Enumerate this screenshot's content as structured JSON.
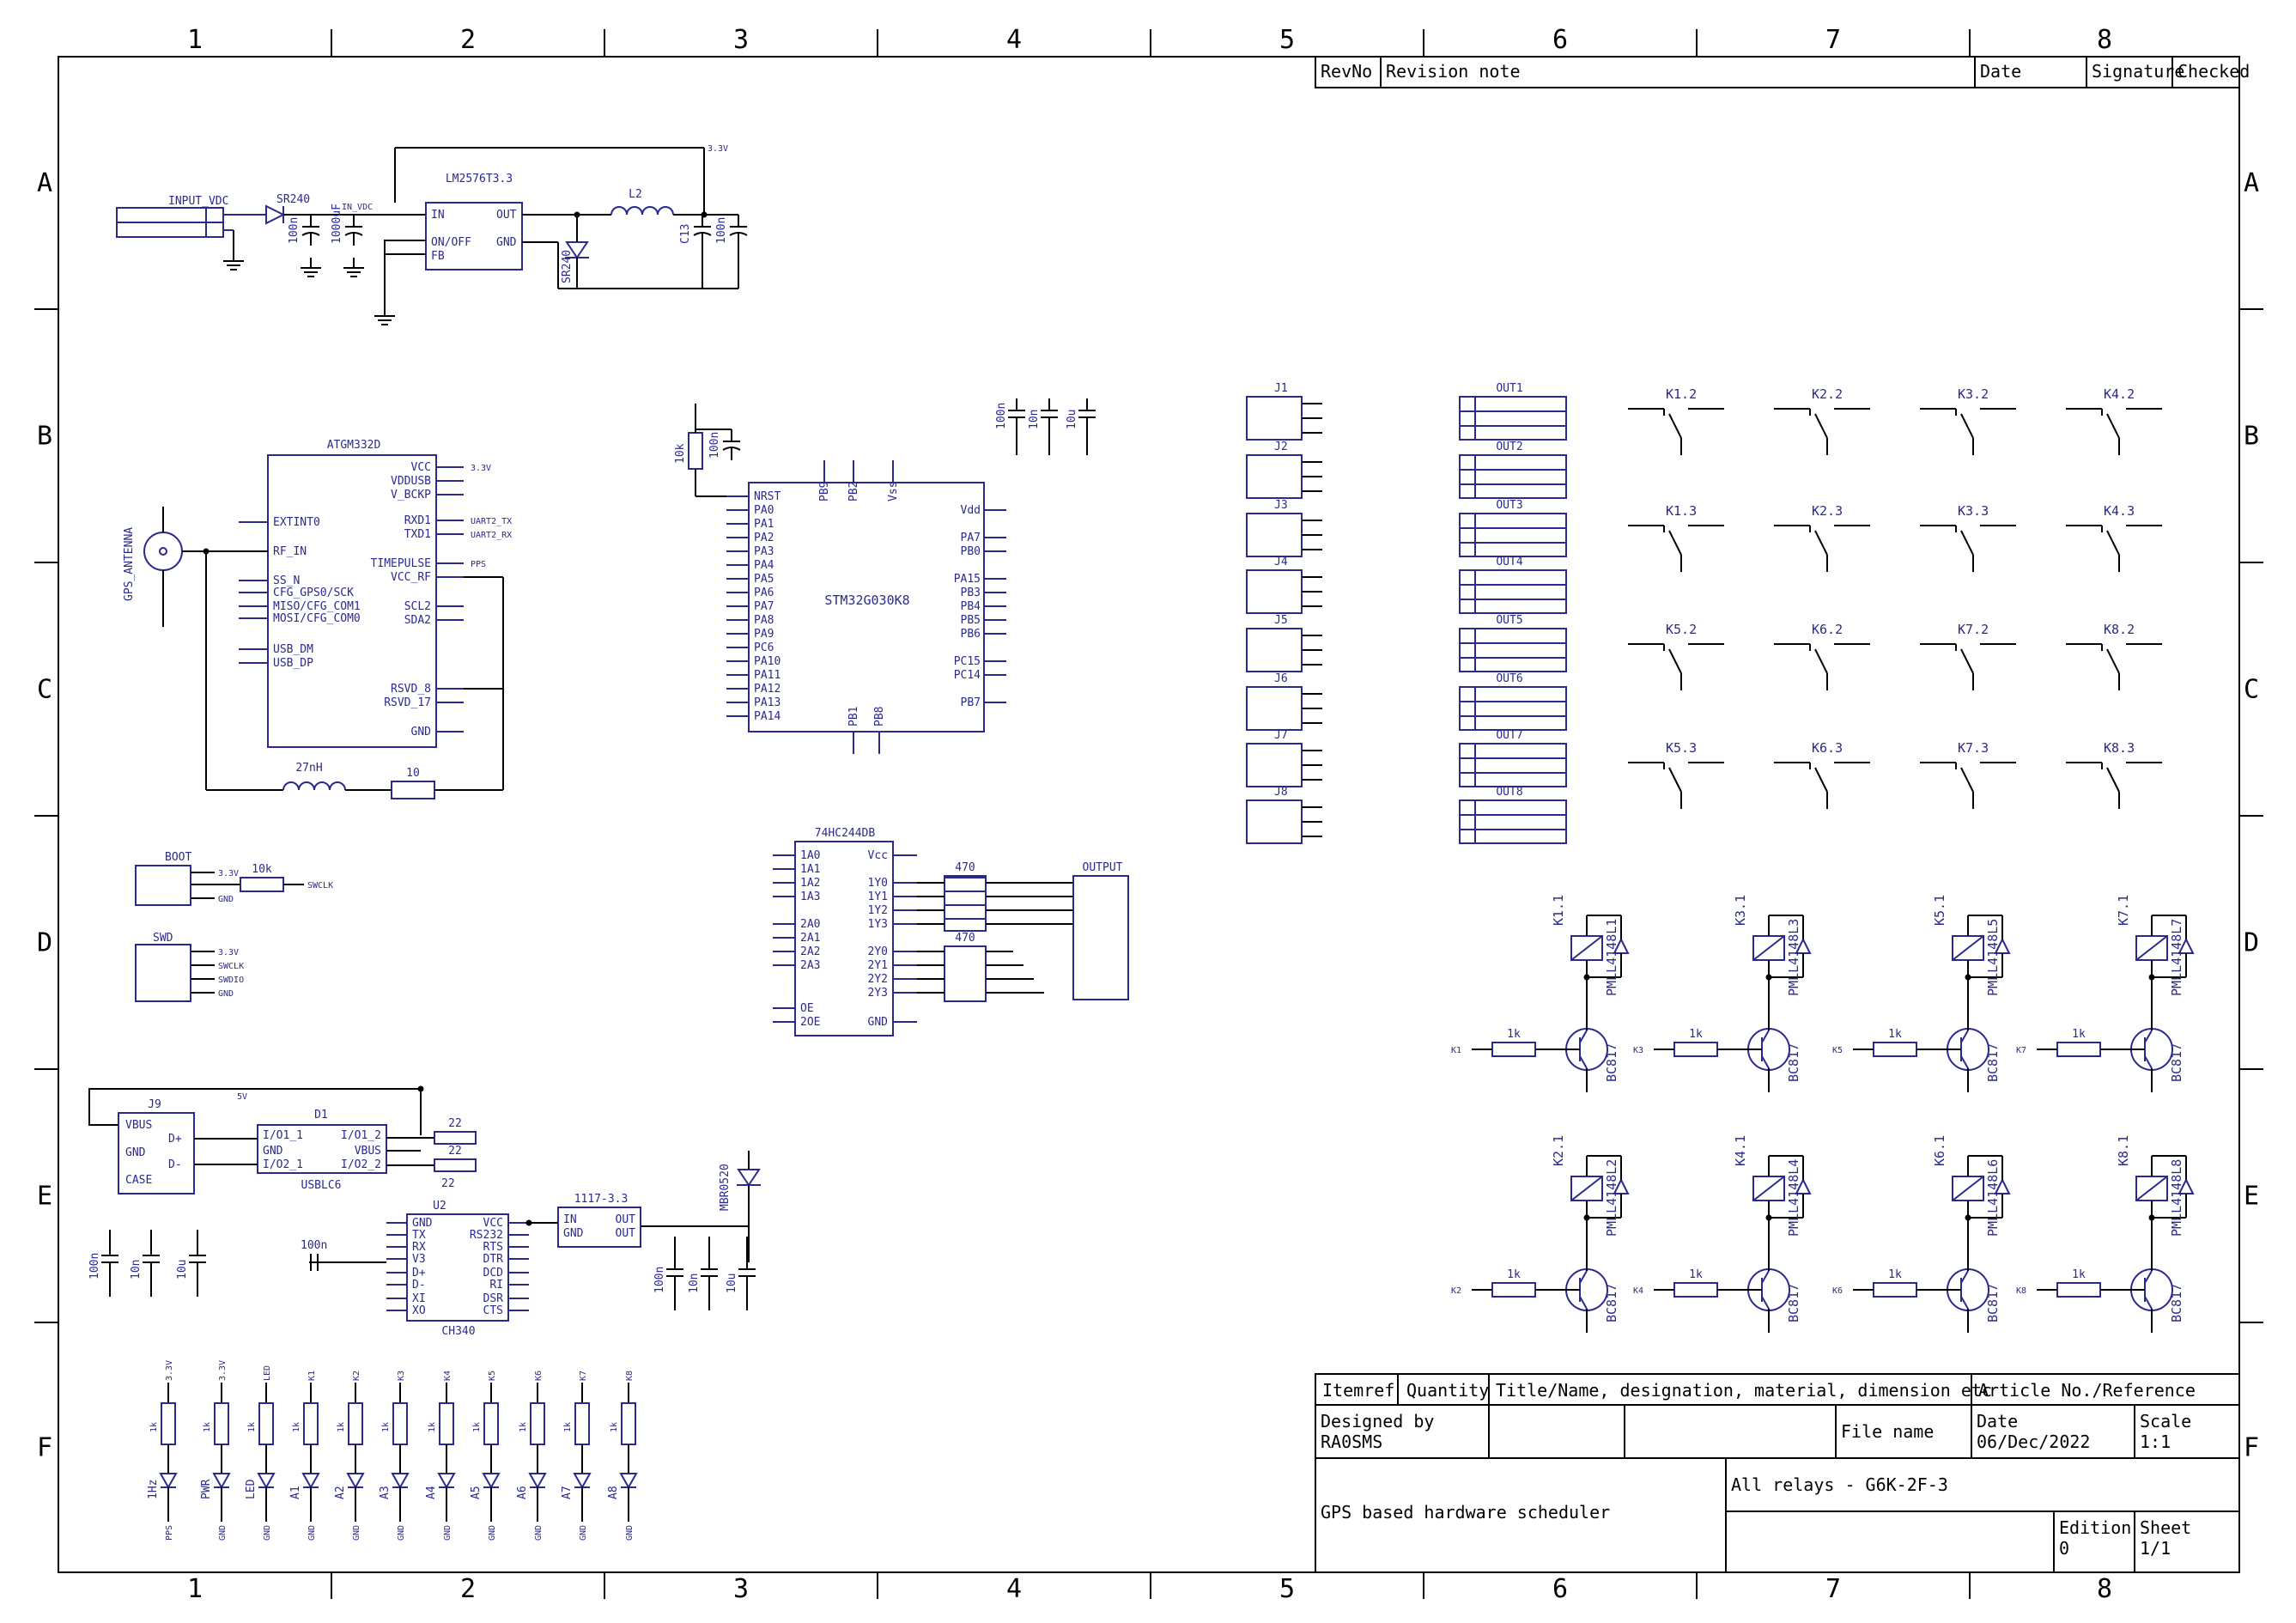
{
  "frame": {
    "columns": [
      "1",
      "2",
      "3",
      "4",
      "5",
      "6",
      "7",
      "8"
    ],
    "rows": [
      "A",
      "B",
      "C",
      "D",
      "E",
      "F"
    ]
  },
  "revision_table": {
    "headers": [
      "RevNo",
      "Revision note",
      "Date",
      "Signature",
      "Checked"
    ]
  },
  "title_block": {
    "headers": [
      "Itemref",
      "Quantity",
      "Title/Name, designation, material, dimension etc",
      "Article No./Reference"
    ],
    "designed_by_label": "Designed by",
    "designed_by": "RA0SMS",
    "file_name_label": "File name",
    "date_label": "Date",
    "date": "06/Dec/2022",
    "scale_label": "Scale",
    "scale": "1:1",
    "description": "All relays - G6K-2F-3",
    "title": "GPS based hardware scheduler",
    "edition_label": "Edition",
    "edition": "0",
    "sheet_label": "Sheet",
    "sheet": "1/1"
  },
  "power": {
    "connector": "INPUT_VDC",
    "diode": "SR240",
    "cap1": "100n",
    "cap2": "1000uF",
    "net_in": "IN_VDC",
    "regulator": "LM2576T3.3",
    "reg_pins": [
      "IN",
      "ON/OFF",
      "FB",
      "OUT",
      "GND"
    ],
    "inductor": "L2",
    "diode2": "SR240",
    "cap3": "C13",
    "cap4": "100n",
    "rail": "3.3V"
  },
  "gps": {
    "chip": "ATGM332D",
    "antenna": "GPS_ANTENNA",
    "left_pins": [
      "EXTINT0",
      "RF_IN",
      "SS_N",
      "CFG_GPS0/SCK",
      "MISO/CFG_COM1",
      "MOSI/CFG_COM0",
      "USB_DM",
      "USB_DP"
    ],
    "right_pins": [
      "VCC",
      "VDDUSB",
      "V_BCKP",
      "RXD1",
      "TXD1",
      "TIMEPULSE",
      "VCC_RF",
      "SCL2",
      "SDA2",
      "RSVD_8",
      "RSVD_17",
      "GND"
    ],
    "nets": [
      "3.3V",
      "UART2_TX",
      "UART2_RX",
      "PPS"
    ],
    "inductor": "27nH",
    "resistor": "10"
  },
  "mcu": {
    "chip": "STM32G030K8",
    "left_pins": [
      "NRST",
      "PA0",
      "PA1",
      "PA2",
      "PA3",
      "PA4",
      "PA5",
      "PA6",
      "PA7",
      "PA8",
      "PA9",
      "PC6",
      "PA10",
      "PA11",
      "PA12",
      "PA13",
      "PA14"
    ],
    "right_pins": [
      "Vdd",
      "PA7",
      "PB0",
      "PA15",
      "PB3",
      "PB4",
      "PB5",
      "PB6",
      "PC15",
      "PC14",
      "PB7"
    ],
    "top_pins": [
      "PB9",
      "PB2",
      "Vss"
    ],
    "bottom_pins": [
      "PB1",
      "PB8"
    ],
    "resistor": "10k",
    "cap": "100n",
    "caps": [
      "100n",
      "10n",
      "10u"
    ]
  },
  "buffer": {
    "chip": "74HC244DB",
    "pins": [
      "1A0",
      "1A1",
      "1A2",
      "1A3",
      "2A0",
      "2A1",
      "2A2",
      "2A3",
      "OE",
      "2OE",
      "Vcc",
      "1Y0",
      "1Y1",
      "1Y2",
      "1Y3",
      "2Y0",
      "2Y1",
      "2Y2",
      "2Y3",
      "GND"
    ],
    "res1": "470",
    "res2": "470",
    "connector": "OUTPUT"
  },
  "headers": {
    "boot": "BOOT",
    "swd": "SWD",
    "boot_res": "10k",
    "nets": [
      "3.3V",
      "SWCLK",
      "SWDIO",
      "GND"
    ]
  },
  "usb": {
    "connector": "J9",
    "protector": "D1",
    "protector_part": "USBLC6",
    "j9_pins": [
      "VBUS",
      "GND",
      "D+",
      "D-",
      "CASE"
    ],
    "d1_pins": [
      "I/O1_1",
      "GND",
      "I/O2_1",
      "I/O1_2",
      "VBUS",
      "I/O2_2"
    ],
    "net_5v": "5V",
    "res": [
      "22",
      "22"
    ],
    "bridge": "U2",
    "bridge_part": "CH340",
    "bridge_pins_left": [
      "GND",
      "TX",
      "RX",
      "V3",
      "D+",
      "D-",
      "XI",
      "XO"
    ],
    "bridge_pins_right": [
      "VCC",
      "RS232",
      "RTS",
      "DTR",
      "DCD",
      "RI",
      "DSR",
      "CTS"
    ],
    "ldo": "1117-3.3",
    "ldo_pins": [
      "IN",
      "GND",
      "OUT",
      "OUT"
    ],
    "schottky": "MBR0520",
    "cap_xi": "100n",
    "caps_left": [
      "100n",
      "10n",
      "10u"
    ],
    "caps_right": [
      "100n",
      "10n",
      "10u"
    ]
  },
  "leds": {
    "resistor": "1k",
    "labels": [
      "1Hz",
      "PWR",
      "LED",
      "A1",
      "A2",
      "A3",
      "A4",
      "A5",
      "A6",
      "A7",
      "A8"
    ],
    "top_nets": [
      "3.3V",
      "3.3V",
      "LED",
      "K1",
      "K2",
      "K3",
      "K4",
      "K5",
      "K6",
      "K7",
      "K8"
    ],
    "bottom_nets": [
      "PPS",
      "GND",
      "GND",
      "GND",
      "GND",
      "GND",
      "GND",
      "GND",
      "GND",
      "GND",
      "GND"
    ]
  },
  "jacks": {
    "names": [
      "J1",
      "J2",
      "J3",
      "J4",
      "J5",
      "J6",
      "J7",
      "J8"
    ],
    "outs": [
      "OUT1",
      "OUT2",
      "OUT3",
      "OUT4",
      "OUT5",
      "OUT6",
      "OUT7",
      "OUT8"
    ]
  },
  "contacts": {
    "names": [
      "K1.2",
      "K2.2",
      "K3.2",
      "K4.2",
      "K1.3",
      "K2.3",
      "K3.3",
      "K4.3",
      "K5.2",
      "K6.2",
      "K7.2",
      "K8.2",
      "K5.3",
      "K6.3",
      "K7.3",
      "K8.3"
    ]
  },
  "drivers": {
    "coils": [
      "K1.1",
      "K3.1",
      "K5.1",
      "K7.1",
      "K2.1",
      "K4.1",
      "K6.1",
      "K8.1"
    ],
    "diodes": [
      "PMLL4148L1",
      "PMLL4148L3",
      "PMLL4148L5",
      "PMLL4148L7",
      "PMLL4148L2",
      "PMLL4148L4",
      "PMLL4148L6",
      "PMLL4148L8"
    ],
    "inputs": [
      "K1",
      "K3",
      "K5",
      "K7",
      "K2",
      "K4",
      "K6",
      "K8"
    ],
    "transistor": "BC817",
    "resistor": "1k"
  }
}
